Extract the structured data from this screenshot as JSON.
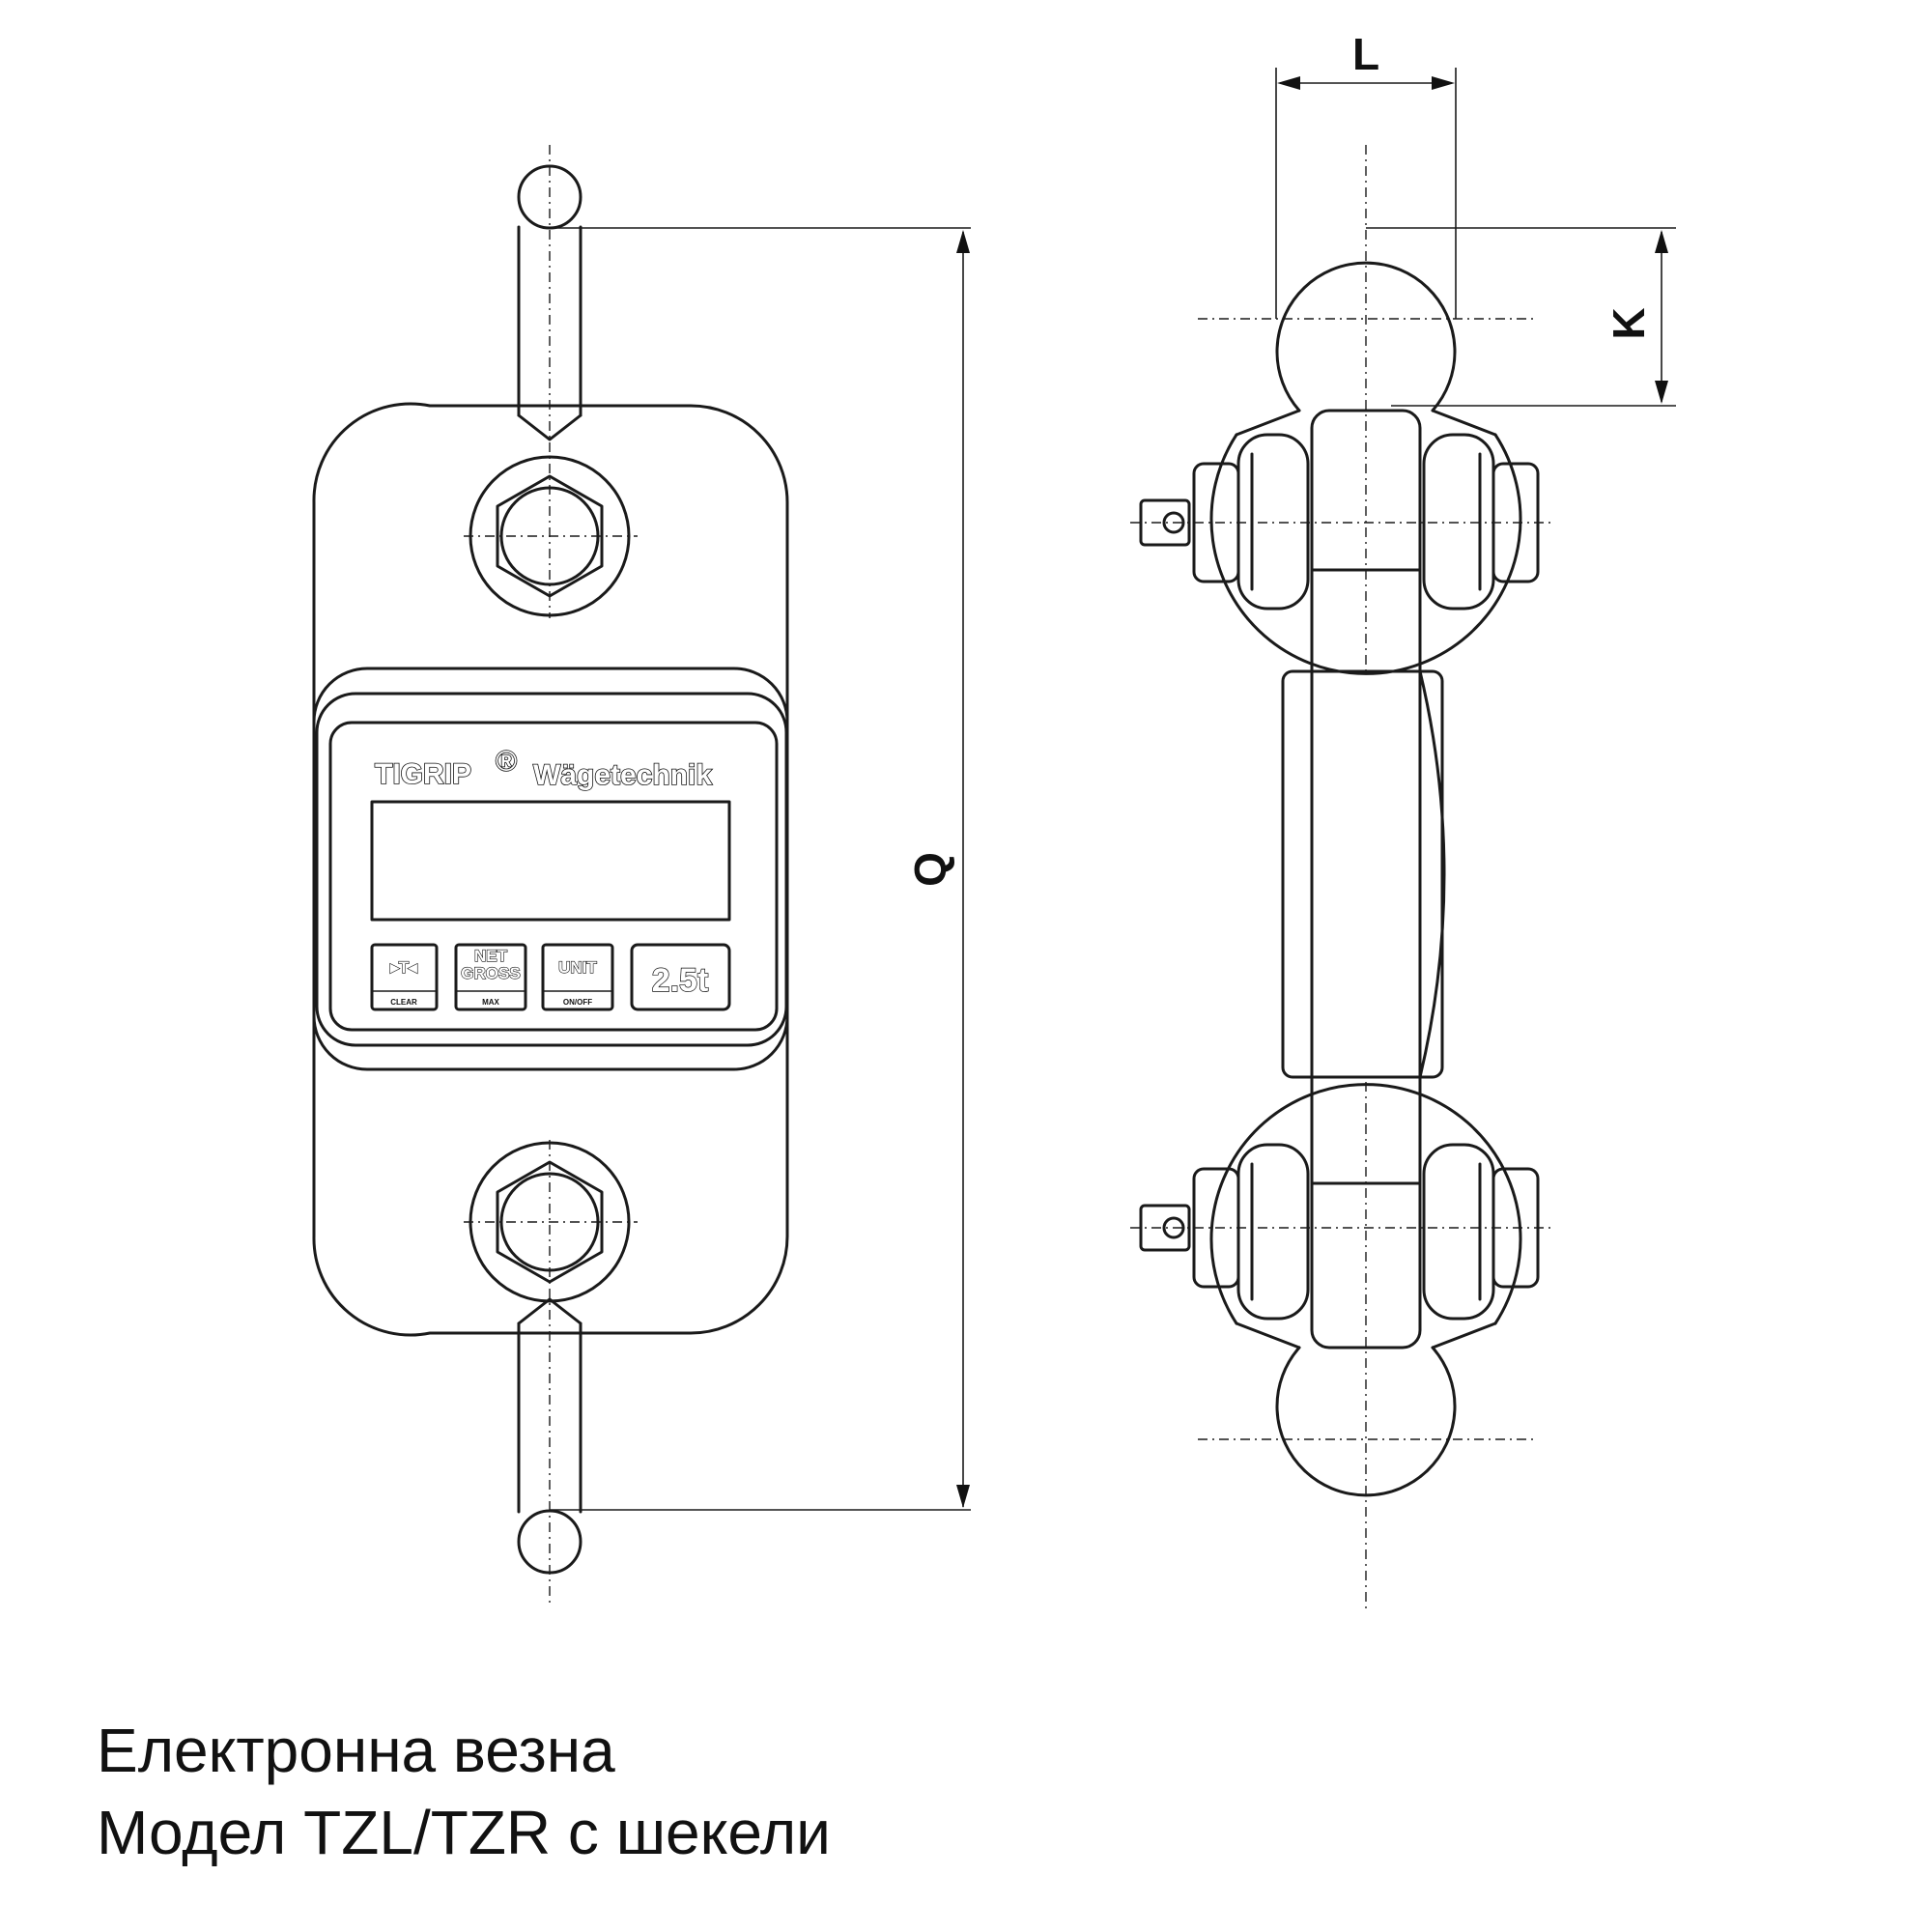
{
  "device": {
    "brand": "TIGRIP",
    "brand_mark": "®",
    "subtitle": "Wägetechnik",
    "buttons": [
      {
        "top": "▸T◂",
        "bottom": "CLEAR"
      },
      {
        "top": "NET\nGROSS",
        "bottom": "MAX"
      },
      {
        "top": "UNIT",
        "bottom": "ON/OFF"
      }
    ],
    "capacity_label": "2.5t"
  },
  "dimensions": {
    "length": "Q",
    "shackle_width": "L",
    "shackle_height": "K"
  },
  "caption": {
    "line1": "Електронна везна",
    "line2": "Модел TZL/TZR с шекели"
  }
}
